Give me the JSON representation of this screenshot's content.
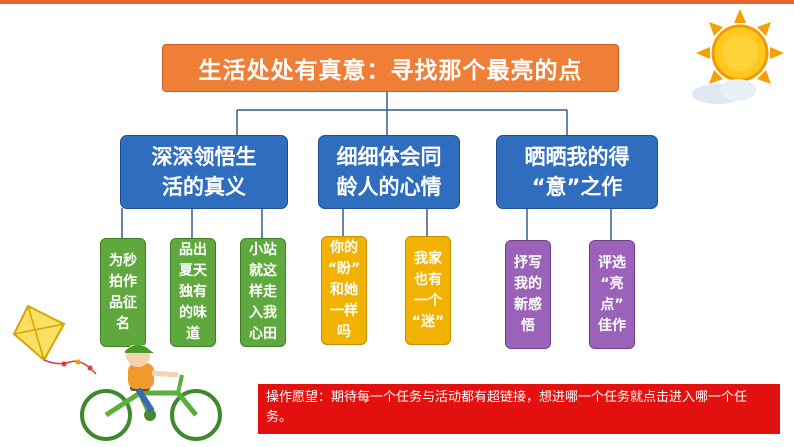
{
  "title": "生活处处有真意：寻找那个最亮的点",
  "branches": [
    {
      "label": "深深领悟生\n活的真义",
      "items": [
        "为秒\n拍作\n品征\n名",
        "品出\n夏天\n独有\n的味\n道",
        "小站\n就这\n样走\n入我\n心田"
      ]
    },
    {
      "label": "细细体会同\n龄人的心情",
      "items": [
        "你的\n“盼”\n和她\n一样\n吗",
        "我家\n也有\n一个\n“迷”"
      ]
    },
    {
      "label": "晒晒我的得\n“意”之作",
      "items": [
        "抒写\n我的\n新感\n悟",
        "评选\n“亮\n点”\n佳作"
      ]
    }
  ],
  "note": "操作愿望：期待每一个任务与活动都有超链接，想进哪一个任务就点击进入哪一个任务。",
  "colors": {
    "title": "#ef7f37",
    "branch": "#2f6dbf",
    "leaf_green": "#5ea83e",
    "leaf_orange": "#f2b200",
    "leaf_purple": "#9a62b8",
    "note": "#e31010"
  }
}
